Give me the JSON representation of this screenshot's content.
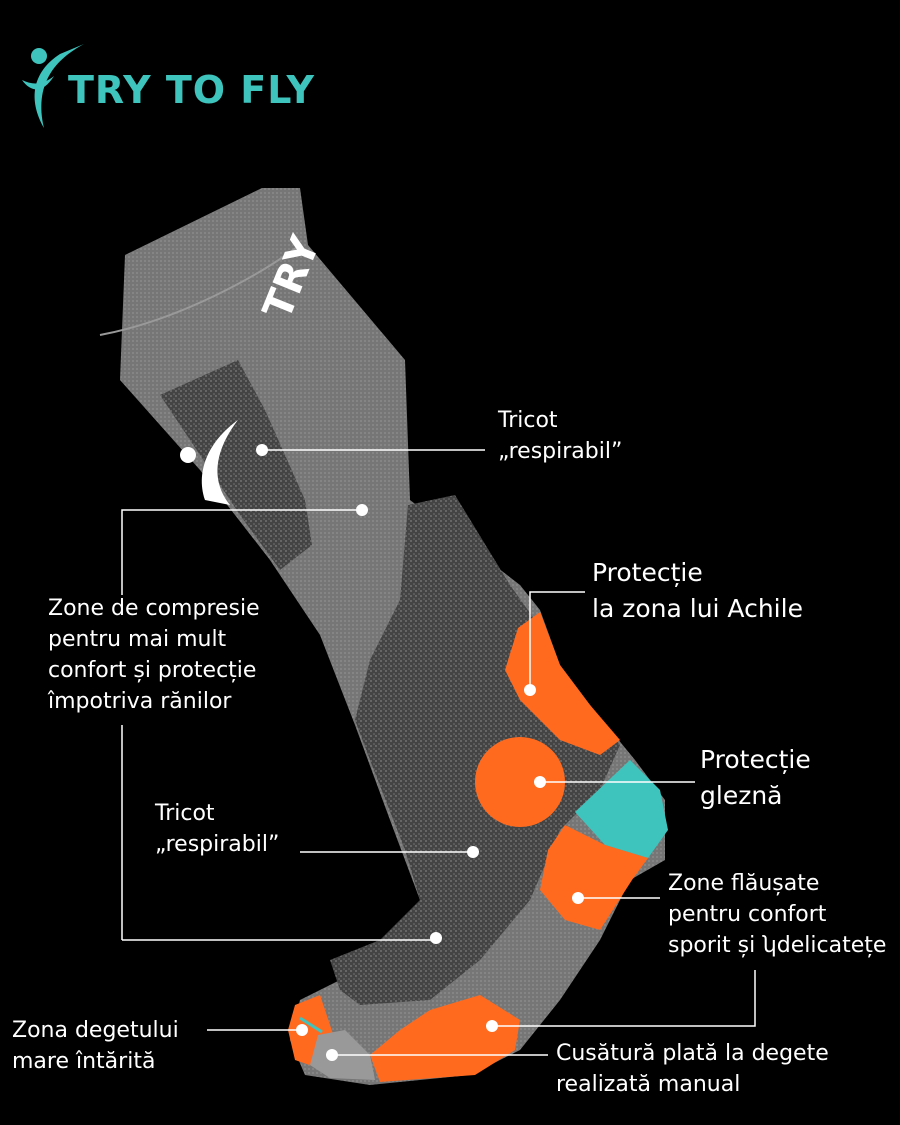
{
  "brand": {
    "name": "TRY TO FLY",
    "sock_print": "TRY",
    "colors": {
      "teal": "#3fc3bd",
      "orange": "#ff6a1f",
      "sock_light": "#7a7a7a",
      "sock_dark": "#4a4a4a",
      "background": "#000000"
    },
    "icon": "swoosh-figure-logo"
  },
  "callouts": {
    "breathable_top": [
      "Tricot",
      "„respirabil”"
    ],
    "compression": [
      "Zone de compresie",
      "pentru mai mult",
      "confort și protecție",
      "împotriva rănilor"
    ],
    "achilles": [
      "Protecție",
      "la zona lui Achile"
    ],
    "ankle": [
      "Protecție",
      "gleznă"
    ],
    "breathable_mid": [
      "Tricot",
      "„respirabil”"
    ],
    "fleece": [
      "Zone flăușate",
      "pentru confort",
      "sporit și ʮdelicatețe"
    ],
    "big_toe": [
      "Zona degetului",
      "mare întărită"
    ],
    "seam": [
      "Cusătură plată la degete",
      "realizată manual"
    ]
  }
}
